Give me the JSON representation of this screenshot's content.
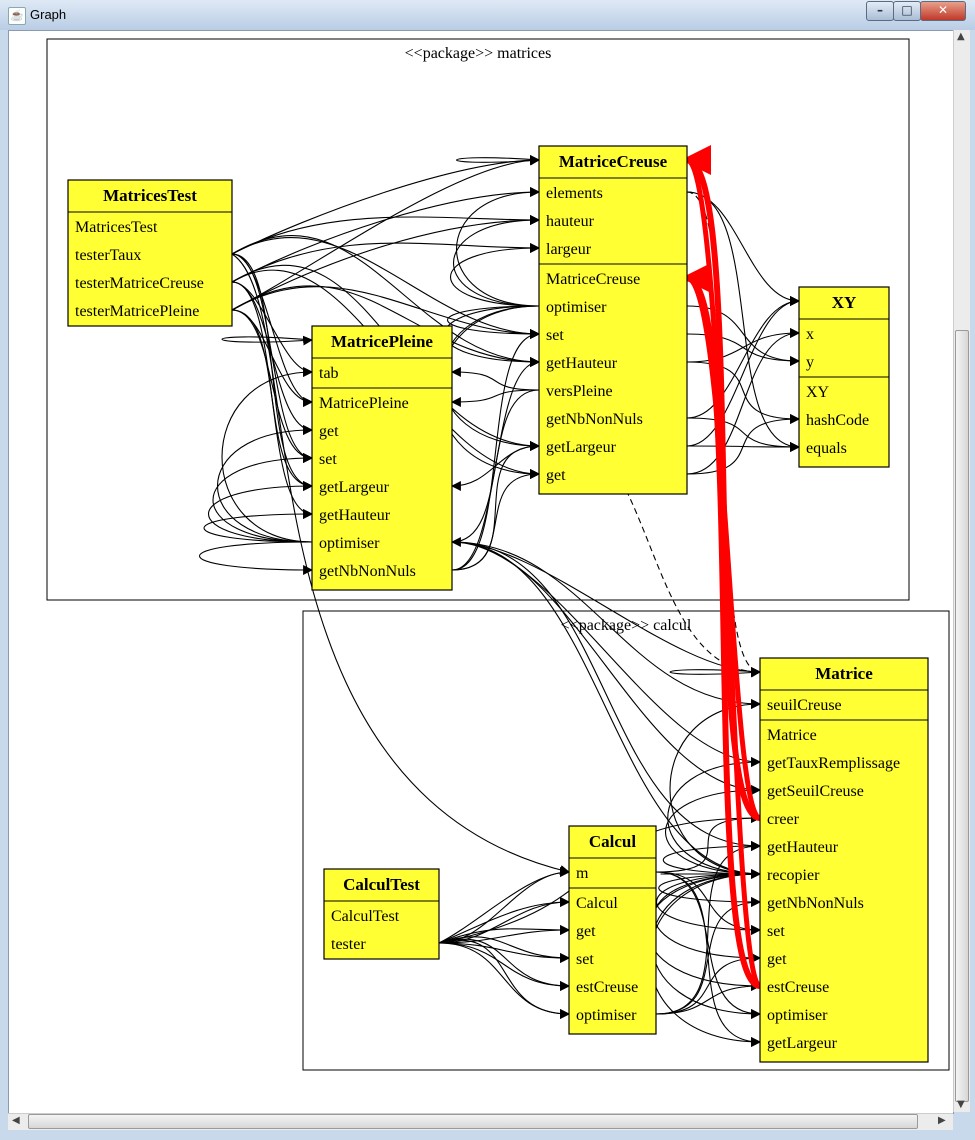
{
  "window": {
    "title": "Graph"
  },
  "packages": [
    {
      "id": "matrices",
      "label": "<<package>> matrices"
    },
    {
      "id": "calcul",
      "label": "<<package>> calcul"
    }
  ],
  "classes": [
    {
      "id": "MatricesTest",
      "name": "MatricesTest",
      "fields": [],
      "methods": [
        "MatricesTest",
        "testerTaux",
        "testerMatriceCreuse",
        "testerMatricePleine"
      ]
    },
    {
      "id": "MatriceCreuse",
      "name": "MatriceCreuse",
      "fields": [
        "elements",
        "hauteur",
        "largeur"
      ],
      "methods": [
        "MatriceCreuse",
        "optimiser",
        "set",
        "getHauteur",
        "versPleine",
        "getNbNonNuls",
        "getLargeur",
        "get"
      ]
    },
    {
      "id": "MatricePleine",
      "name": "MatricePleine",
      "fields": [
        "tab"
      ],
      "methods": [
        "MatricePleine",
        "get",
        "set",
        "getLargeur",
        "getHauteur",
        "optimiser",
        "getNbNonNuls"
      ]
    },
    {
      "id": "XY",
      "name": "XY",
      "fields": [
        "x",
        "y"
      ],
      "methods": [
        "XY",
        "hashCode",
        "equals"
      ]
    },
    {
      "id": "Matrice",
      "name": "Matrice",
      "fields": [
        "seuilCreuse"
      ],
      "methods": [
        "Matrice",
        "getTauxRemplissage",
        "getSeuilCreuse",
        "creer",
        "getHauteur",
        "recopier",
        "getNbNonNuls",
        "set",
        "get",
        "estCreuse",
        "optimiser",
        "getLargeur"
      ]
    },
    {
      "id": "Calcul",
      "name": "Calcul",
      "fields": [
        "m"
      ],
      "methods": [
        "Calcul",
        "get",
        "set",
        "estCreuse",
        "optimiser"
      ]
    },
    {
      "id": "CalculTest",
      "name": "CalculTest",
      "fields": [],
      "methods": [
        "CalculTest",
        "tester"
      ]
    }
  ],
  "colors": {
    "class_fill": "#ffff33",
    "edge": "#000000",
    "highlight_edge": "#ff0000"
  }
}
